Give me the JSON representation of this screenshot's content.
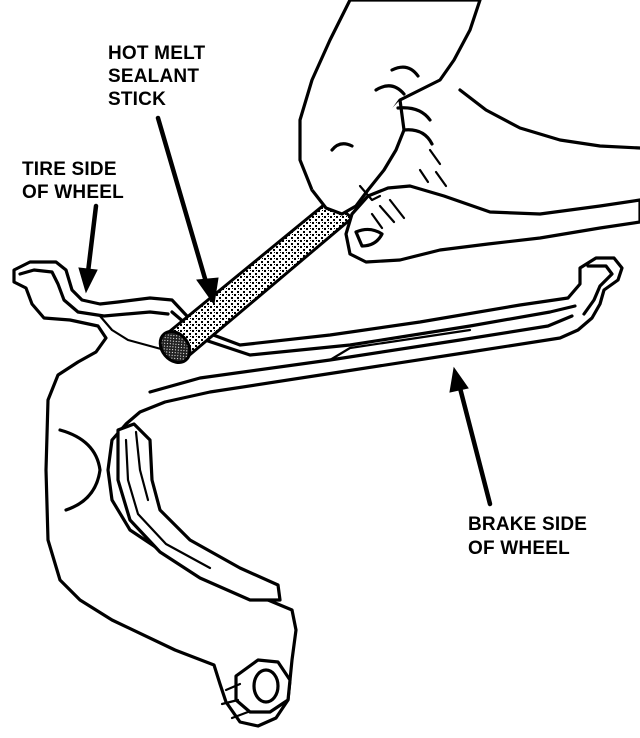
{
  "labels": {
    "sealant_stick": [
      "HOT MELT",
      "SEALANT",
      "STICK"
    ],
    "tire_side": [
      "TIRE SIDE",
      "OF WHEEL"
    ],
    "brake_side": [
      "BRAKE SIDE",
      "OF WHEEL"
    ]
  },
  "colors": {
    "ink": "#000000",
    "paper": "#ffffff"
  }
}
